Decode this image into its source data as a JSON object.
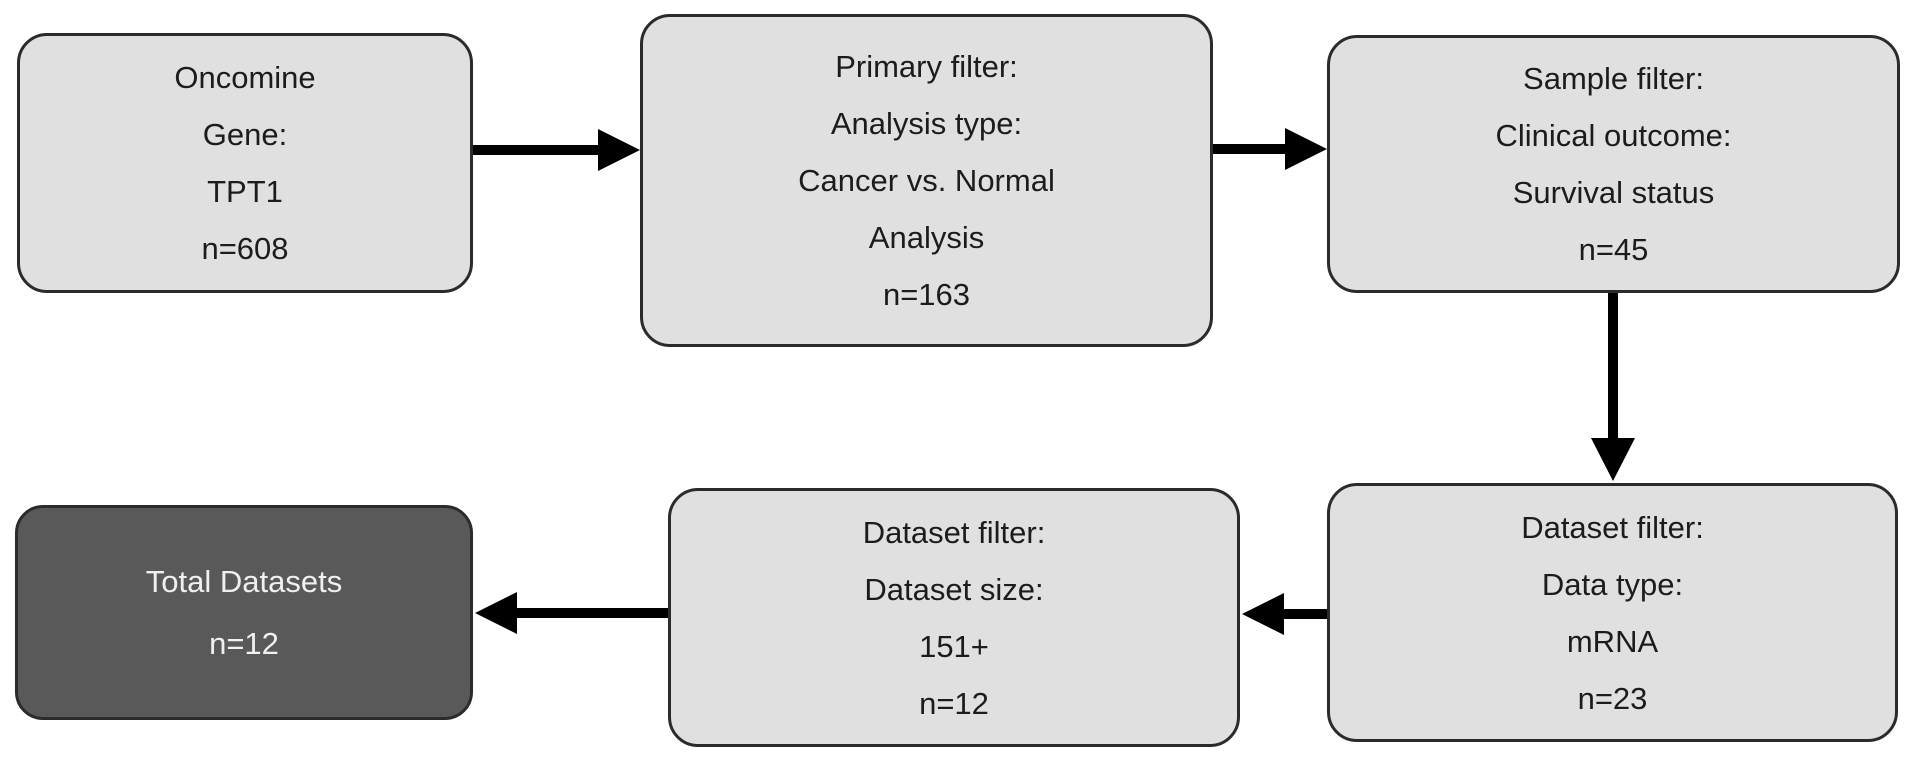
{
  "figure": {
    "type": "flowchart",
    "description": "Oncomine dataset filtering flowchart"
  },
  "colors": {
    "box_fill": "#e0e0e0",
    "box_border": "#2b2b2b",
    "dark_box_fill": "#595959",
    "dark_box_text": "#f0f0f0",
    "text": "#1c1c1c",
    "arrow": "#000000",
    "background": "#ffffff"
  },
  "boxes": {
    "oncomine": {
      "lines": [
        "Oncomine",
        "Gene:",
        "TPT1",
        "n=608"
      ]
    },
    "primary_filter": {
      "lines": [
        "Primary filter:",
        "Analysis type:",
        "Cancer vs. Normal",
        "Analysis",
        "n=163"
      ]
    },
    "sample_filter": {
      "lines": [
        "Sample filter:",
        "Clinical outcome:",
        "Survival status",
        "n=45"
      ]
    },
    "data_type_filter": {
      "lines": [
        "Dataset filter:",
        "Data type:",
        "mRNA",
        "n=23"
      ]
    },
    "dataset_size_filter": {
      "lines": [
        "Dataset filter:",
        "Dataset size:",
        "151+",
        "n=12"
      ]
    },
    "total_datasets": {
      "lines": [
        "Total Datasets",
        "n=12"
      ]
    }
  }
}
